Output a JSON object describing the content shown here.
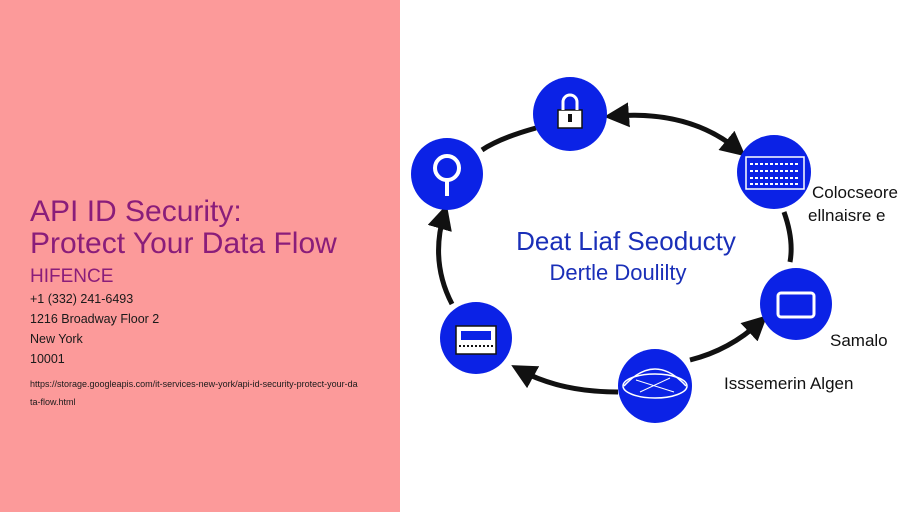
{
  "title_lines": [
    "API ID Security:",
    "Protect Your Data Flow"
  ],
  "company": "HIFENCE",
  "phone": "+1 (332) 241-6493",
  "address": "1216 Broadway Floor 2",
  "city": "New York",
  "zip": "10001",
  "url": "https://storage.googleapis.com/it-services-new-york/api-id-security-protect-your-data-flow.html",
  "diagram": {
    "center_line1": "Deat Liaf Seoducty",
    "center_line2": "Dertle Doulilty",
    "labels": {
      "right_top_1": "Colocseore",
      "right_top_2": "ellnaisre e",
      "right_mid": "Samalo",
      "bottom_right": "Isssemerin Algen"
    },
    "colors": {
      "node_fill": "#0b22e6",
      "center_text": "#1a2fb8",
      "left_panel": "#fc9a9a",
      "title": "#8a1d7a"
    },
    "icons": [
      "lock-icon",
      "document-icon",
      "monitor-icon",
      "dish-icon",
      "keyboard-icon",
      "search-icon"
    ]
  }
}
